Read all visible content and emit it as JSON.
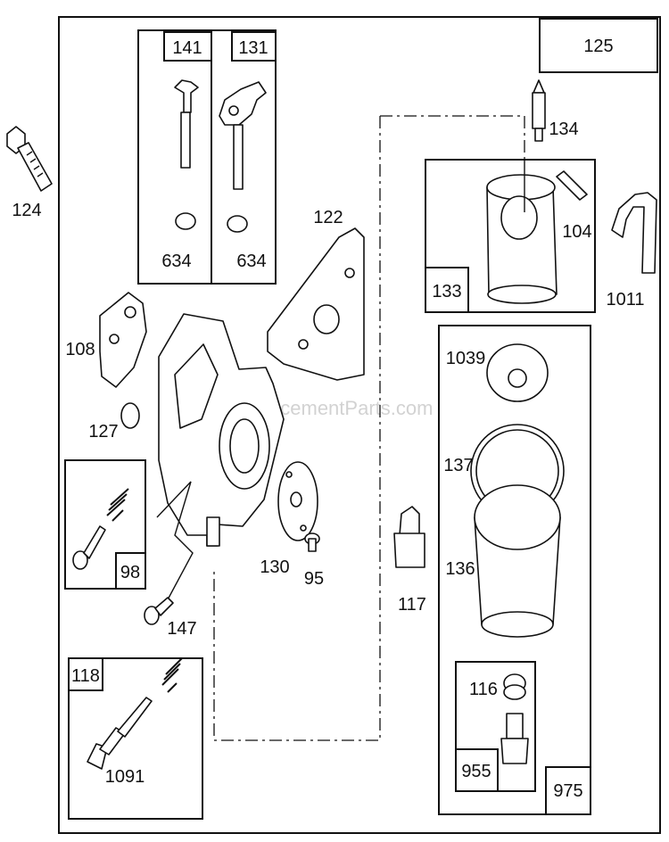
{
  "watermark": "eReplacementParts.com",
  "labels": {
    "p125": "125",
    "p141": "141",
    "p131": "131",
    "p634a": "634",
    "p634b": "634",
    "p124": "124",
    "p134": "134",
    "p104": "104",
    "p133": "133",
    "p1011": "1011",
    "p122": "122",
    "p108": "108",
    "p127": "127",
    "p1039": "1039",
    "p137": "137",
    "p136": "136",
    "p98": "98",
    "p130": "130",
    "p95": "95",
    "p117": "117",
    "p147": "147",
    "p118": "118",
    "p1091": "1091",
    "p116": "116",
    "p955": "955",
    "p975": "975"
  }
}
